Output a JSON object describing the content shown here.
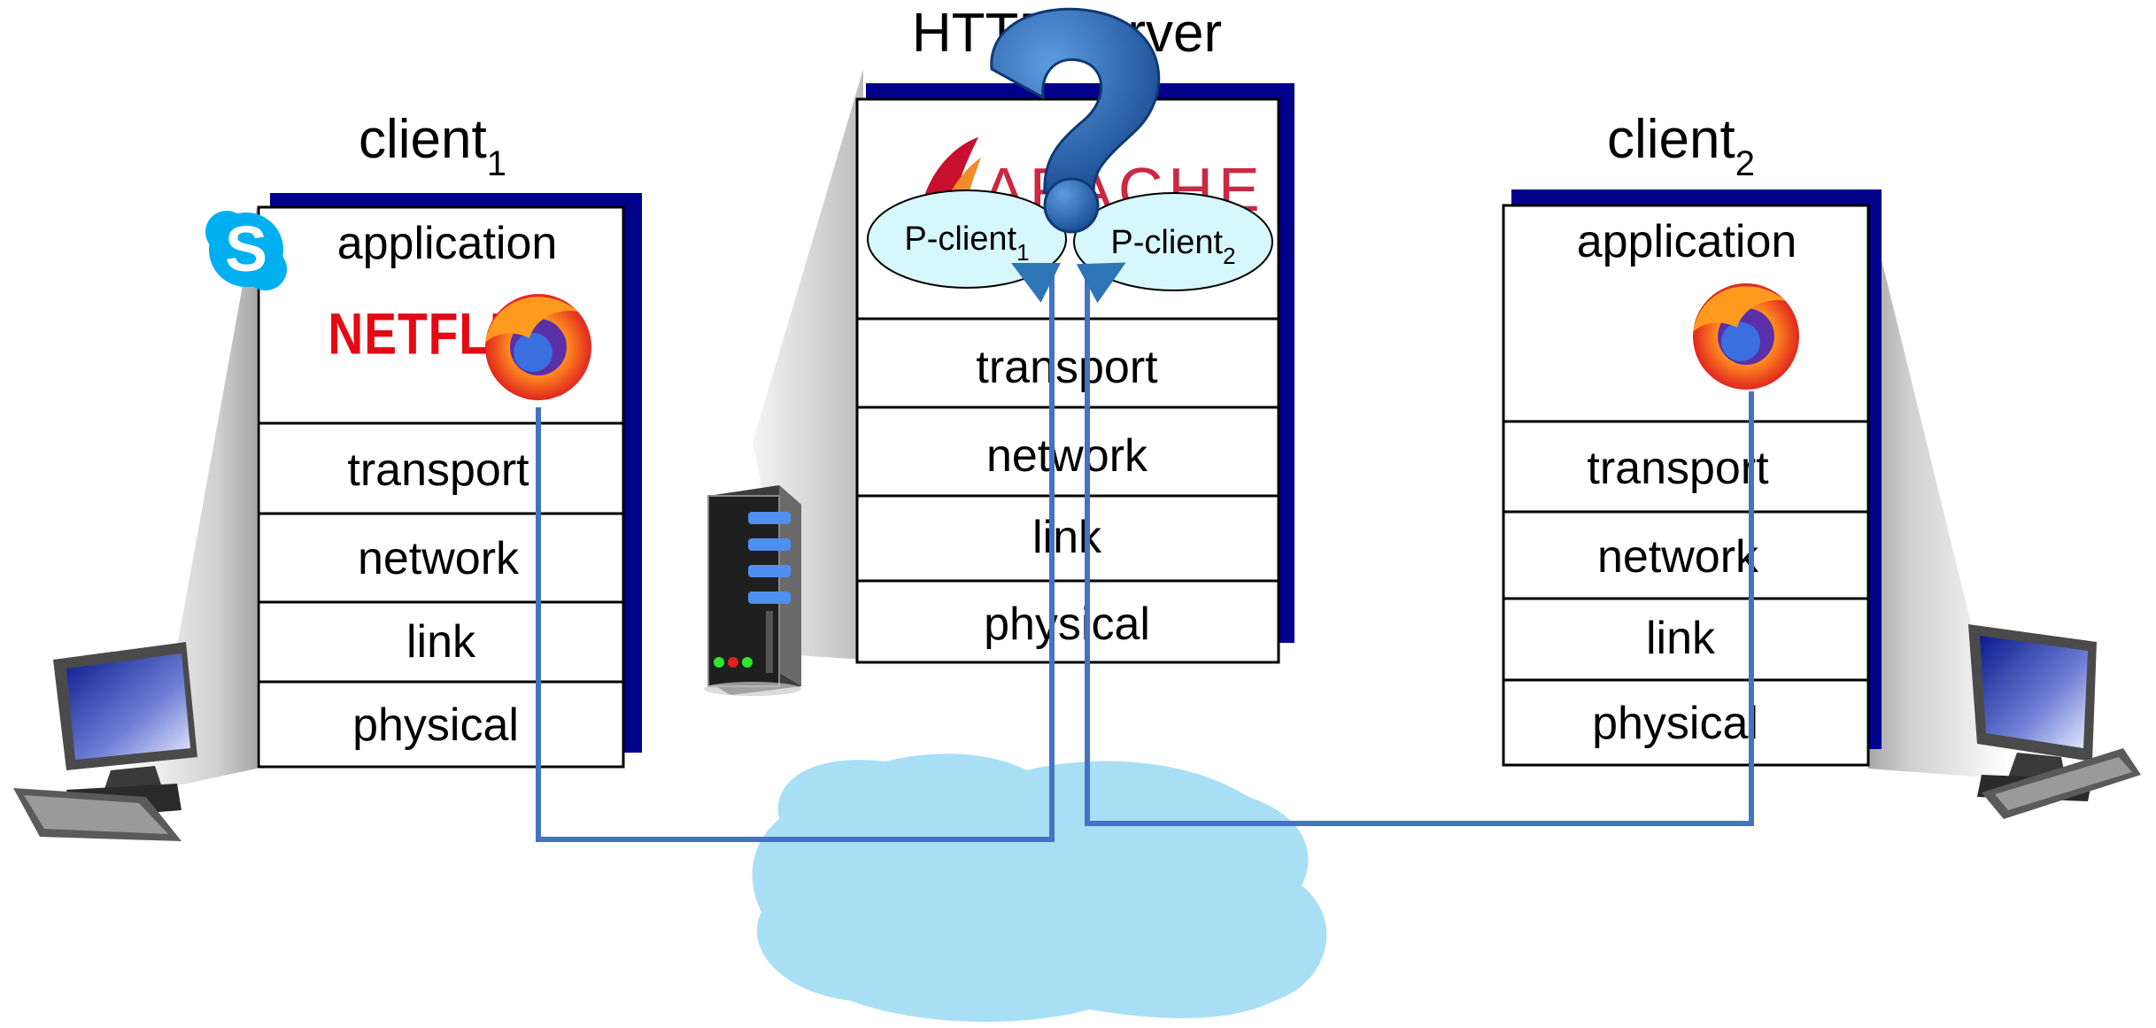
{
  "server": {
    "title": "HTTP server",
    "logo": "APACHE",
    "layers": [
      "transport",
      "network",
      "link",
      "physical"
    ],
    "proxy_clients": [
      {
        "label": "P-client",
        "sub": "1"
      },
      {
        "label": "P-client",
        "sub": "2"
      }
    ]
  },
  "client1": {
    "name": "client",
    "sub": "1",
    "layers": [
      "application",
      "transport",
      "network",
      "link",
      "physical"
    ],
    "apps": [
      "NETFLIX"
    ]
  },
  "client2": {
    "name": "client",
    "sub": "2",
    "layers": [
      "application",
      "transport",
      "network",
      "link",
      "physical"
    ]
  },
  "icons": [
    "skype-icon",
    "firefox-icon",
    "netflix-logo",
    "apache-logo",
    "question-mark-icon",
    "server-icon",
    "desktop-computer-icon",
    "network-cloud"
  ],
  "colors": {
    "stack_shadow": "#00008b",
    "connection_line": "#4472c4",
    "arrow": "#2e75b6",
    "cloud": "#a8dff5",
    "p_client_fill": "#d6f7fb",
    "question_mark": "#1f5fa8",
    "netflix_red": "#e50914"
  }
}
